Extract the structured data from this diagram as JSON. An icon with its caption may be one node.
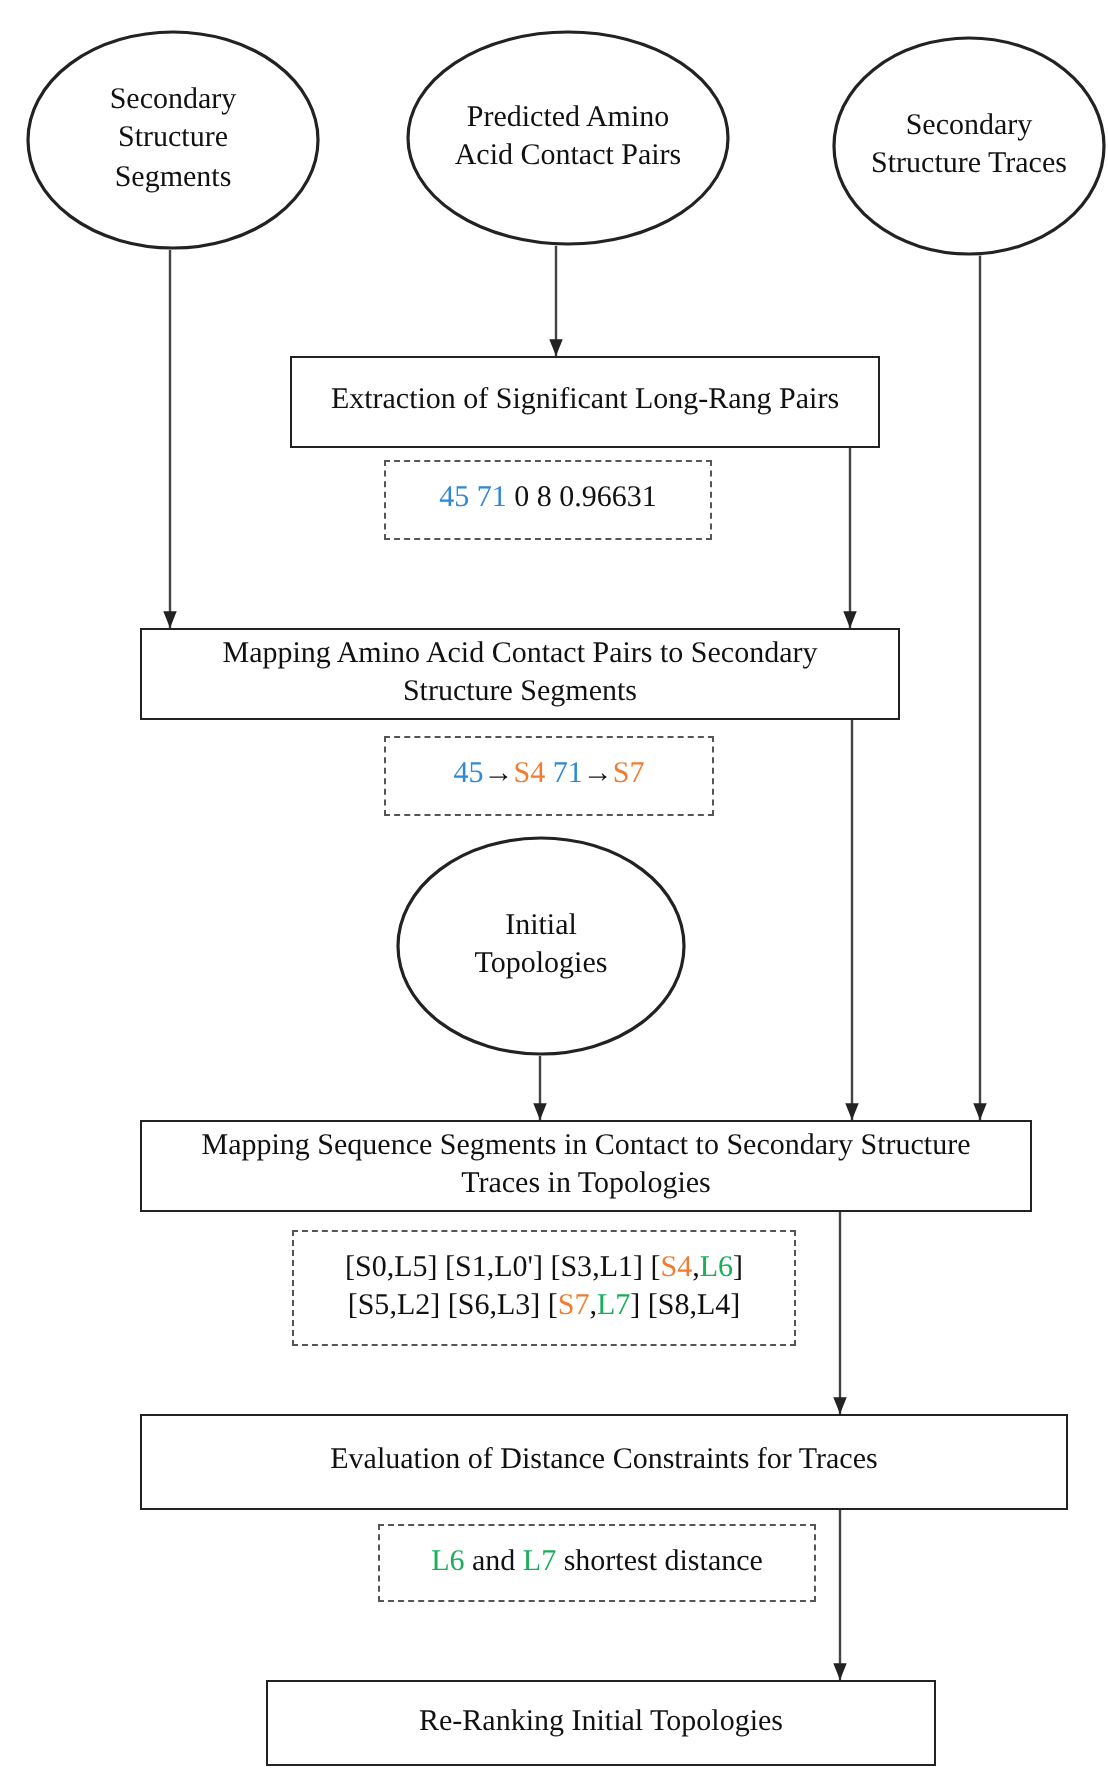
{
  "diagram": {
    "nodes": [
      {
        "text": [
          "Secondary Structure Segments"
        ]
      },
      {
        "text": [
          "Predicted Amino Acid Contact Pairs"
        ]
      },
      {
        "text": [
          "Secondary Structure Traces"
        ]
      },
      {
        "text": [
          "Extraction of Significant Long-Rang Pairs"
        ]
      },
      {
        "text": [
          "45 71 0 8 0.96631"
        ]
      },
      {
        "text": [
          "Mapping Amino Acid Contact Pairs to Secondary Structure Segments"
        ]
      },
      {
        "text": [
          "45→S4 71→S7"
        ]
      },
      {
        "text": [
          "Initial Topologies"
        ]
      },
      {
        "text": [
          "Mapping Sequence Segments in Contact to Secondary Structure Traces in Topologies"
        ]
      },
      {
        "text": [
          "[S0,L5] [S1,L0'] [S3,L1] [S4,L6] [S5,L2] [S6,L3] [S7,L7] [S8,L4]"
        ]
      },
      {
        "text": [
          "Evaluation of Distance Constraints for Traces"
        ]
      },
      {
        "text": [
          "L6 and L7 shortest distance"
        ]
      },
      {
        "text": [
          "Re-Ranking Initial Topologies"
        ]
      }
    ],
    "edges": [
      {
        "from": 0,
        "to": 5,
        "arrow": "to"
      },
      {
        "from": 1,
        "to": 3,
        "arrow": "to"
      },
      {
        "from": 3,
        "to": 5,
        "arrow": "to"
      },
      {
        "from": 5,
        "to": 8,
        "arrow": "to"
      },
      {
        "from": 2,
        "to": 8,
        "arrow": "to"
      },
      {
        "from": 7,
        "to": 8,
        "arrow": "to"
      },
      {
        "from": 8,
        "to": 10,
        "arrow": "to"
      },
      {
        "from": 10,
        "to": 12,
        "arrow": "to"
      }
    ]
  }
}
